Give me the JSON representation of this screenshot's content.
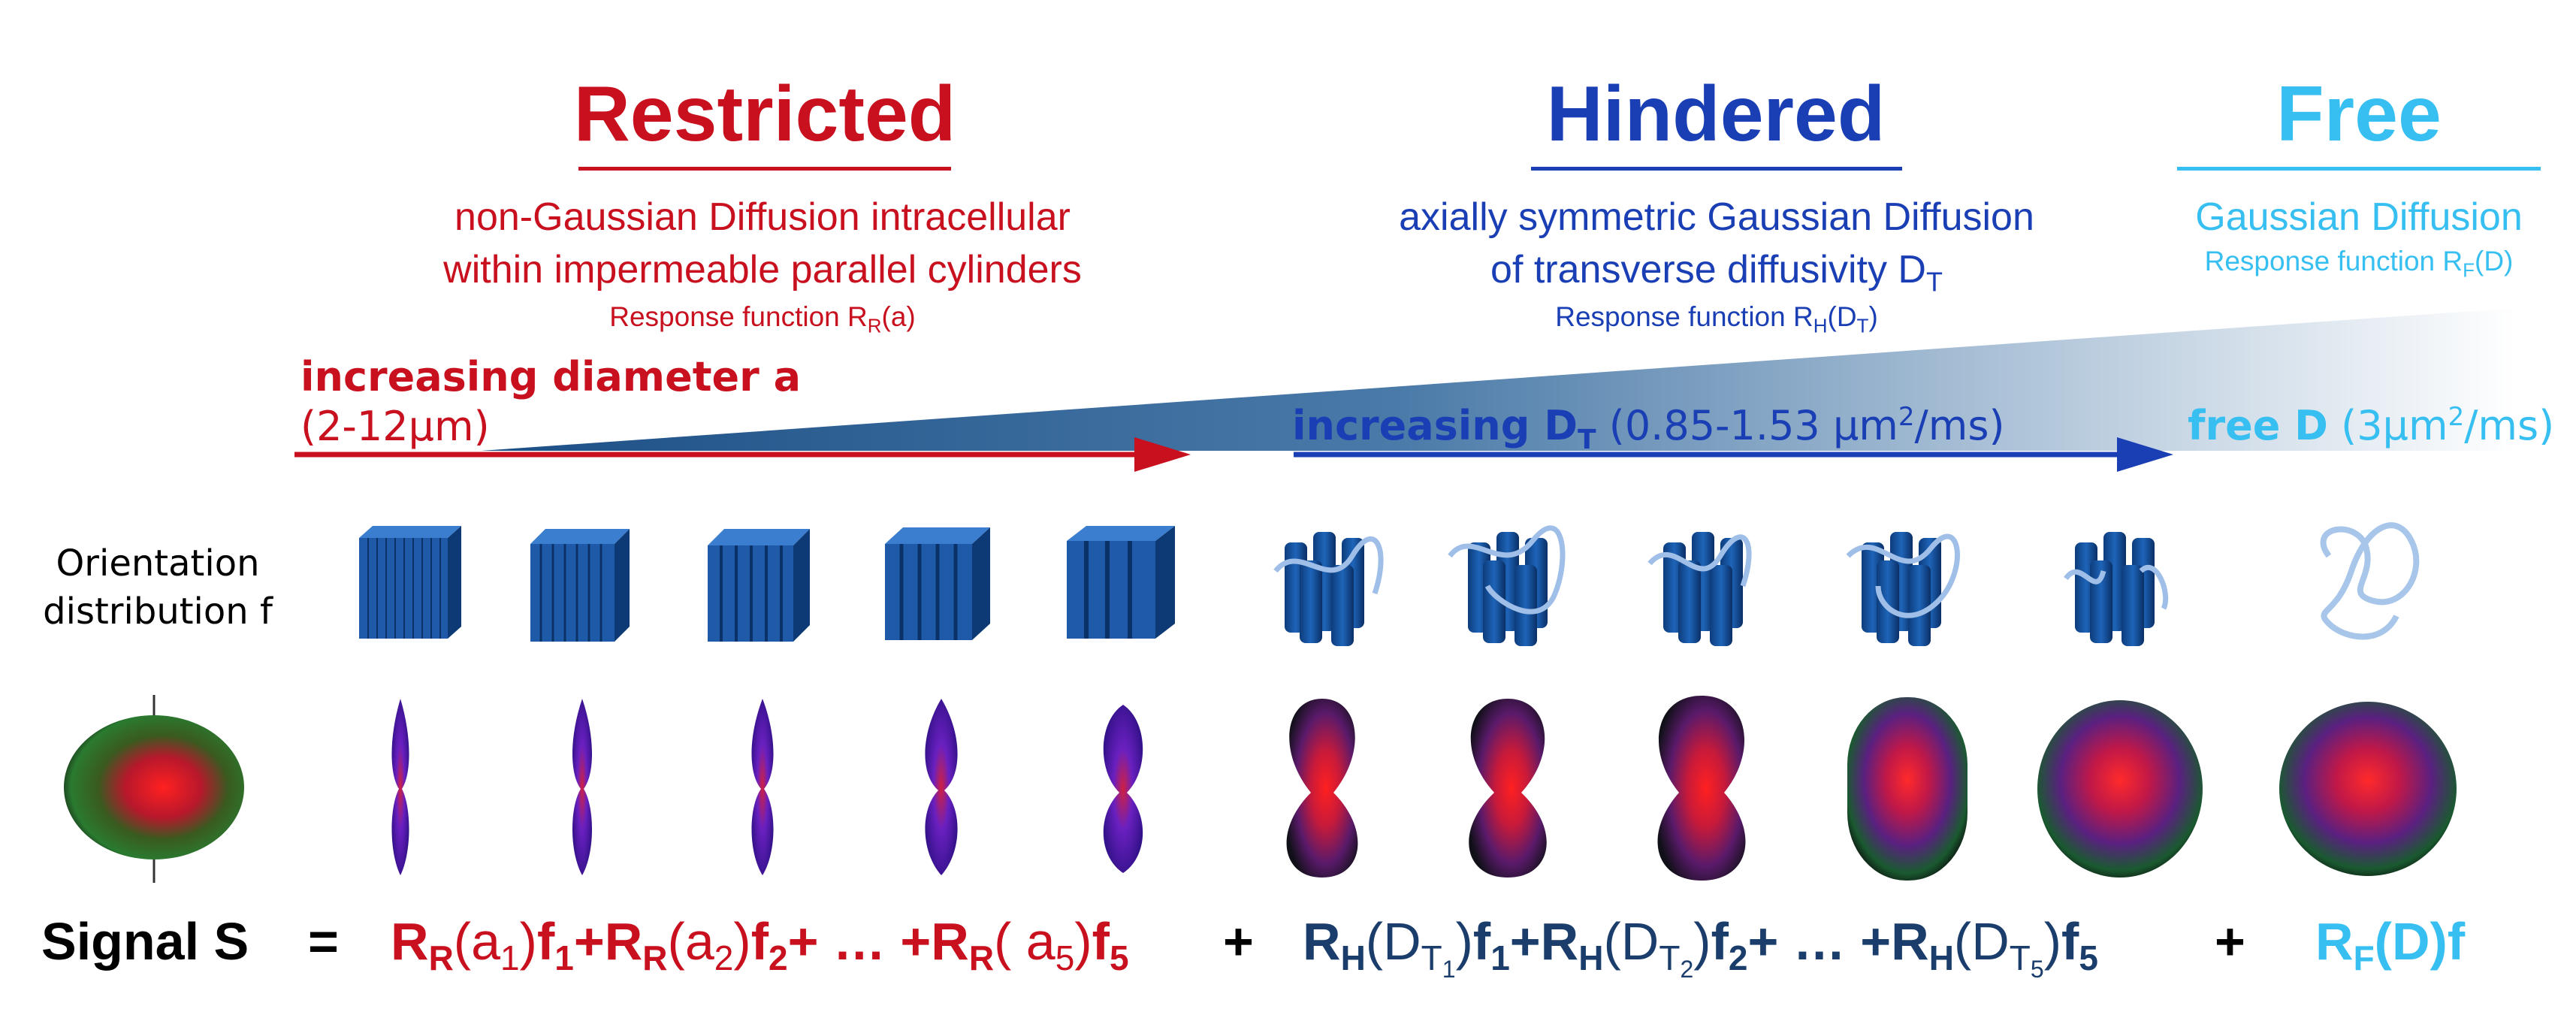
{
  "colors": {
    "restricted": "#c8101e",
    "hindered": "#1a3fb5",
    "free": "#36bff0",
    "signal": "#1a3d6b"
  },
  "headers": {
    "restricted": {
      "title": "Restricted",
      "desc_line1": "non-Gaussian Diffusion intracellular",
      "desc_line2": "within impermeable parallel cylinders",
      "resp_prefix": "Response function R",
      "resp_sub": "R",
      "resp_suffix": "(a)"
    },
    "hindered": {
      "title": "Hindered",
      "desc_line1": "axially symmetric Gaussian Diffusion",
      "desc_line2_prefix": "of transverse diffusivity D",
      "desc_line2_sub": "T",
      "resp_prefix": "Response function R",
      "resp_sub": "H",
      "resp_mid": "(D",
      "resp_sub2": "T",
      "resp_suffix": ")"
    },
    "free": {
      "title": "Free",
      "desc_line1": "Gaussian Diffusion",
      "resp_prefix": "Response function R",
      "resp_sub": "F",
      "resp_suffix": "(D)"
    }
  },
  "arrows": {
    "restricted": {
      "bold": "increasing diameter a",
      "range": "(2-12μm)"
    },
    "hindered": {
      "bold_prefix": "increasing D",
      "bold_sub": "T",
      "range_prefix": " (0.85-1.53 μm",
      "range_sup": "2",
      "range_suffix": "/ms)"
    },
    "free": {
      "bold": "free D",
      "range_prefix": " (3μm",
      "range_sup": "2",
      "range_suffix": "/ms)"
    }
  },
  "orientation": {
    "line1": "Orientation",
    "line2": "distribution f"
  },
  "equation": {
    "lhs": "Signal S",
    "equals": "=",
    "restricted": [
      {
        "t": "R"
      },
      {
        "sub": "R"
      },
      {
        "n": "(a"
      },
      {
        "nsub": "1"
      },
      {
        "n": ")"
      },
      {
        "t": "f"
      },
      {
        "sub": "1"
      },
      {
        "t": "+R"
      },
      {
        "sub": "R"
      },
      {
        "n": "(a"
      },
      {
        "nsub": "2"
      },
      {
        "n": ")"
      },
      {
        "t": "f"
      },
      {
        "sub": "2"
      },
      {
        "t": "+ … +R"
      },
      {
        "sub": "R"
      },
      {
        "n": "( a"
      },
      {
        "nsub": "5"
      },
      {
        "n": ")"
      },
      {
        "t": "f"
      },
      {
        "sub": "5"
      }
    ],
    "plus1": "+",
    "hindered": [
      {
        "t": "R"
      },
      {
        "sub": "H"
      },
      {
        "n": "(D"
      },
      {
        "nsub": "T1"
      },
      {
        "n": ")"
      },
      {
        "t": "f"
      },
      {
        "sub": "1"
      },
      {
        "t": "+R"
      },
      {
        "sub": "H"
      },
      {
        "n": "(D"
      },
      {
        "nsub": "T2"
      },
      {
        "n": ")"
      },
      {
        "t": "f"
      },
      {
        "sub": "2"
      },
      {
        "t": "+ … +R"
      },
      {
        "sub": "H"
      },
      {
        "n": "(D"
      },
      {
        "nsub": "T5"
      },
      {
        "n": ")"
      },
      {
        "t": "f"
      },
      {
        "sub": "5"
      }
    ],
    "plus2": "+",
    "free": [
      {
        "t": "R"
      },
      {
        "sub": "F"
      },
      {
        "t": "(D)f"
      }
    ]
  },
  "icons": {
    "cylinder_bundles": [
      "cylinder-bundle-1-icon",
      "cylinder-bundle-2-icon",
      "cylinder-bundle-3-icon",
      "cylinder-bundle-4-icon",
      "cylinder-bundle-5-icon"
    ],
    "hindered_bundles": [
      "hindered-bundle-1-icon",
      "hindered-bundle-2-icon",
      "hindered-bundle-3-icon",
      "hindered-bundle-4-icon",
      "hindered-bundle-5-icon"
    ],
    "free_fiber": "free-fiber-icon"
  }
}
